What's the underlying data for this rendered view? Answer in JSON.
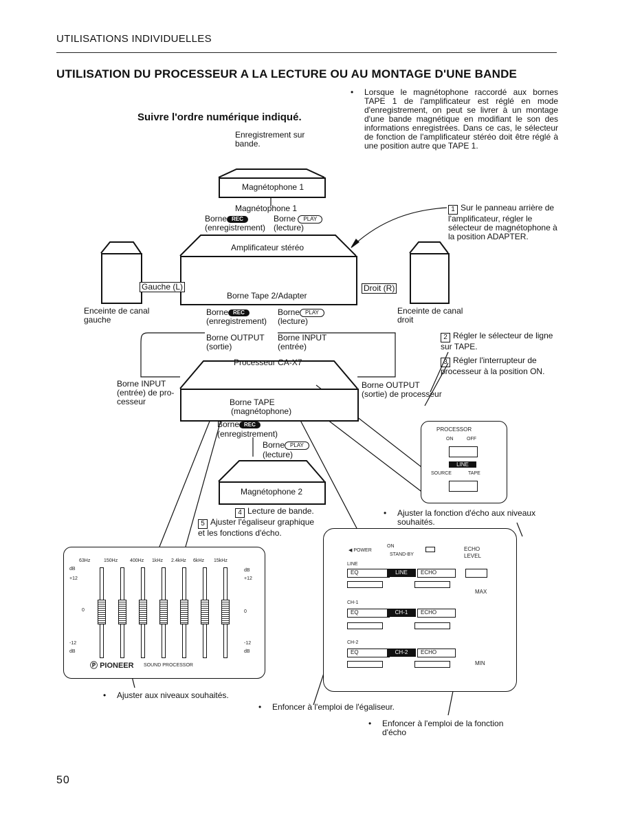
{
  "header": {
    "section": "UTILISATIONS INDIVIDUELLES",
    "title": "UTILISATION DU PROCESSEUR A LA LECTURE OU AU MONTAGE D'UNE BANDE"
  },
  "intro": "Lorsque le magnétophone raccordé aux bornes TAPE 1 de l'amplificateur est réglé en mode d'enregistrement, on peut se livrer à un montage d'une bande magnétique en modifiant le son des informations enregistrées. Dans ce cas, le sélecteur de fonction de l'amplificateur stéréo doit être réglé à une position autre que TAPE 1.",
  "subtitle": "Suivre l'ordre numérique indiqué.",
  "diagram": {
    "recording_label": "Enregistrement sur bande.",
    "tape1_box": "Magnétophone 1",
    "tape1_label": "Magnétophone 1",
    "borne": "Borne",
    "rec": "REC",
    "play": "PLAY",
    "enregistrement": "(enregistrement)",
    "lecture": "(lecture)",
    "amp": "Amplificateur stéréo",
    "gauche": "Gauche (L)",
    "droit_r": "Droit (R)",
    "tape2adapter": "Borne Tape 2/Adapter",
    "left_speaker": "Enceinte de canal gauche",
    "right_speaker": "Enceinte de canal droit",
    "borne_output": "Borne OUTPUT",
    "sortie": "(sortie)",
    "borne_input": "Borne INPUT",
    "entree": "(entrée)",
    "processor": "Processeur CA-X7",
    "input_proc_1": "Borne INPUT",
    "input_proc_2": "(entrée) de pro-",
    "input_proc_3": "cesseur",
    "output_proc_1": "Borne OUTPUT",
    "output_proc_2": "(sortie) de processeur",
    "borne_tape": "Borne TAPE",
    "magnetophone": "(magnétophone)",
    "tape2_box": "Magnétophone 2"
  },
  "steps": {
    "s1_num": "1",
    "s1": "Sur le panneau arrière de l'amplificateur, régler le sélecteur de magnétophone à la position ADAPTER.",
    "s2_num": "2",
    "s2": "Régler le sélecteur de ligne sur TAPE.",
    "s3_num": "3",
    "s3": "Régler l'interrupteur de processeur à la position ON.",
    "s4_num": "4",
    "s4": "Lecture de bande.",
    "s5_num": "5",
    "s5": "Ajuster l'égaliseur graphique et les fonctions d'écho."
  },
  "processor_panel": {
    "processor": "PROCESSOR",
    "on": "ON",
    "off": "OFF",
    "line": "LINE",
    "source": "SOURCE",
    "tape": "TAPE"
  },
  "echo_note": "Ajuster la fonction d'écho aux niveaux souhaités.",
  "eq_panel": {
    "freqs": [
      "63Hz",
      "150Hz",
      "400Hz",
      "1kHz",
      "2.4kHz",
      "6kHz",
      "15kHz"
    ],
    "db": "dB",
    "plus12": "+12",
    "zero": "0",
    "minus12": "-12",
    "brand": "PIONEER",
    "model": "SOUND PROCESSOR"
  },
  "control_panel": {
    "power": "POWER",
    "on": "ON",
    "standby": "STAND-BY",
    "echo_level_1": "ECHO",
    "echo_level_2": "LEVEL",
    "line": "LINE",
    "eq": "EQ",
    "line_btn": "LINE",
    "echo": "ECHO",
    "ch1": "CH-1",
    "ch1_btn": "CH-1",
    "ch2": "CH-2",
    "ch2_btn": "CH-2",
    "max": "MAX",
    "min": "MIN"
  },
  "notes": {
    "levels": "Ajuster aux niveaux souhaités.",
    "eq_use": "Enfoncer à l'emploi de l'égaliseur.",
    "echo_use_1": "Enfoncer à l'emploi de la fonction",
    "echo_use_2": "d'écho"
  },
  "page_number": "50"
}
